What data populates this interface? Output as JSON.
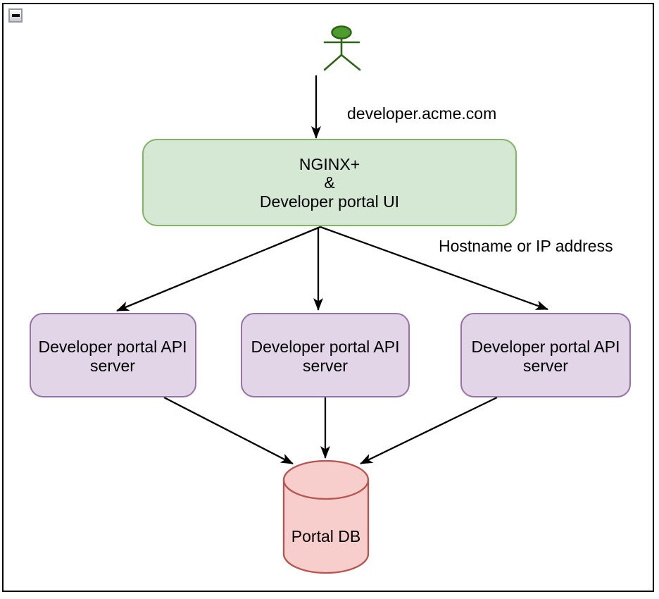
{
  "icons": {
    "collapse_button": "minus",
    "user_actor": "stick-figure-person"
  },
  "edge_labels": {
    "domain": "developer.acme.com",
    "hostname_note": "Hostname or IP address"
  },
  "nodes": {
    "nginx": {
      "lines": [
        "NGINX+",
        "&",
        "Developer portal UI"
      ],
      "fill": "#d5e8d4",
      "stroke": "#82b366"
    },
    "api_servers": [
      {
        "lines": [
          "Developer portal API",
          "server"
        ]
      },
      {
        "lines": [
          "Developer portal API",
          "server"
        ]
      },
      {
        "lines": [
          "Developer portal API",
          "server"
        ]
      }
    ],
    "api_server_style": {
      "fill": "#e1d5e7",
      "stroke": "#9673a6"
    },
    "db": {
      "label": "Portal DB",
      "fill": "#f8cecc",
      "stroke": "#b85450"
    }
  },
  "actor": {
    "fill": "#4d9c2e",
    "stroke": "#2f6318"
  },
  "edge_color": "#000000"
}
